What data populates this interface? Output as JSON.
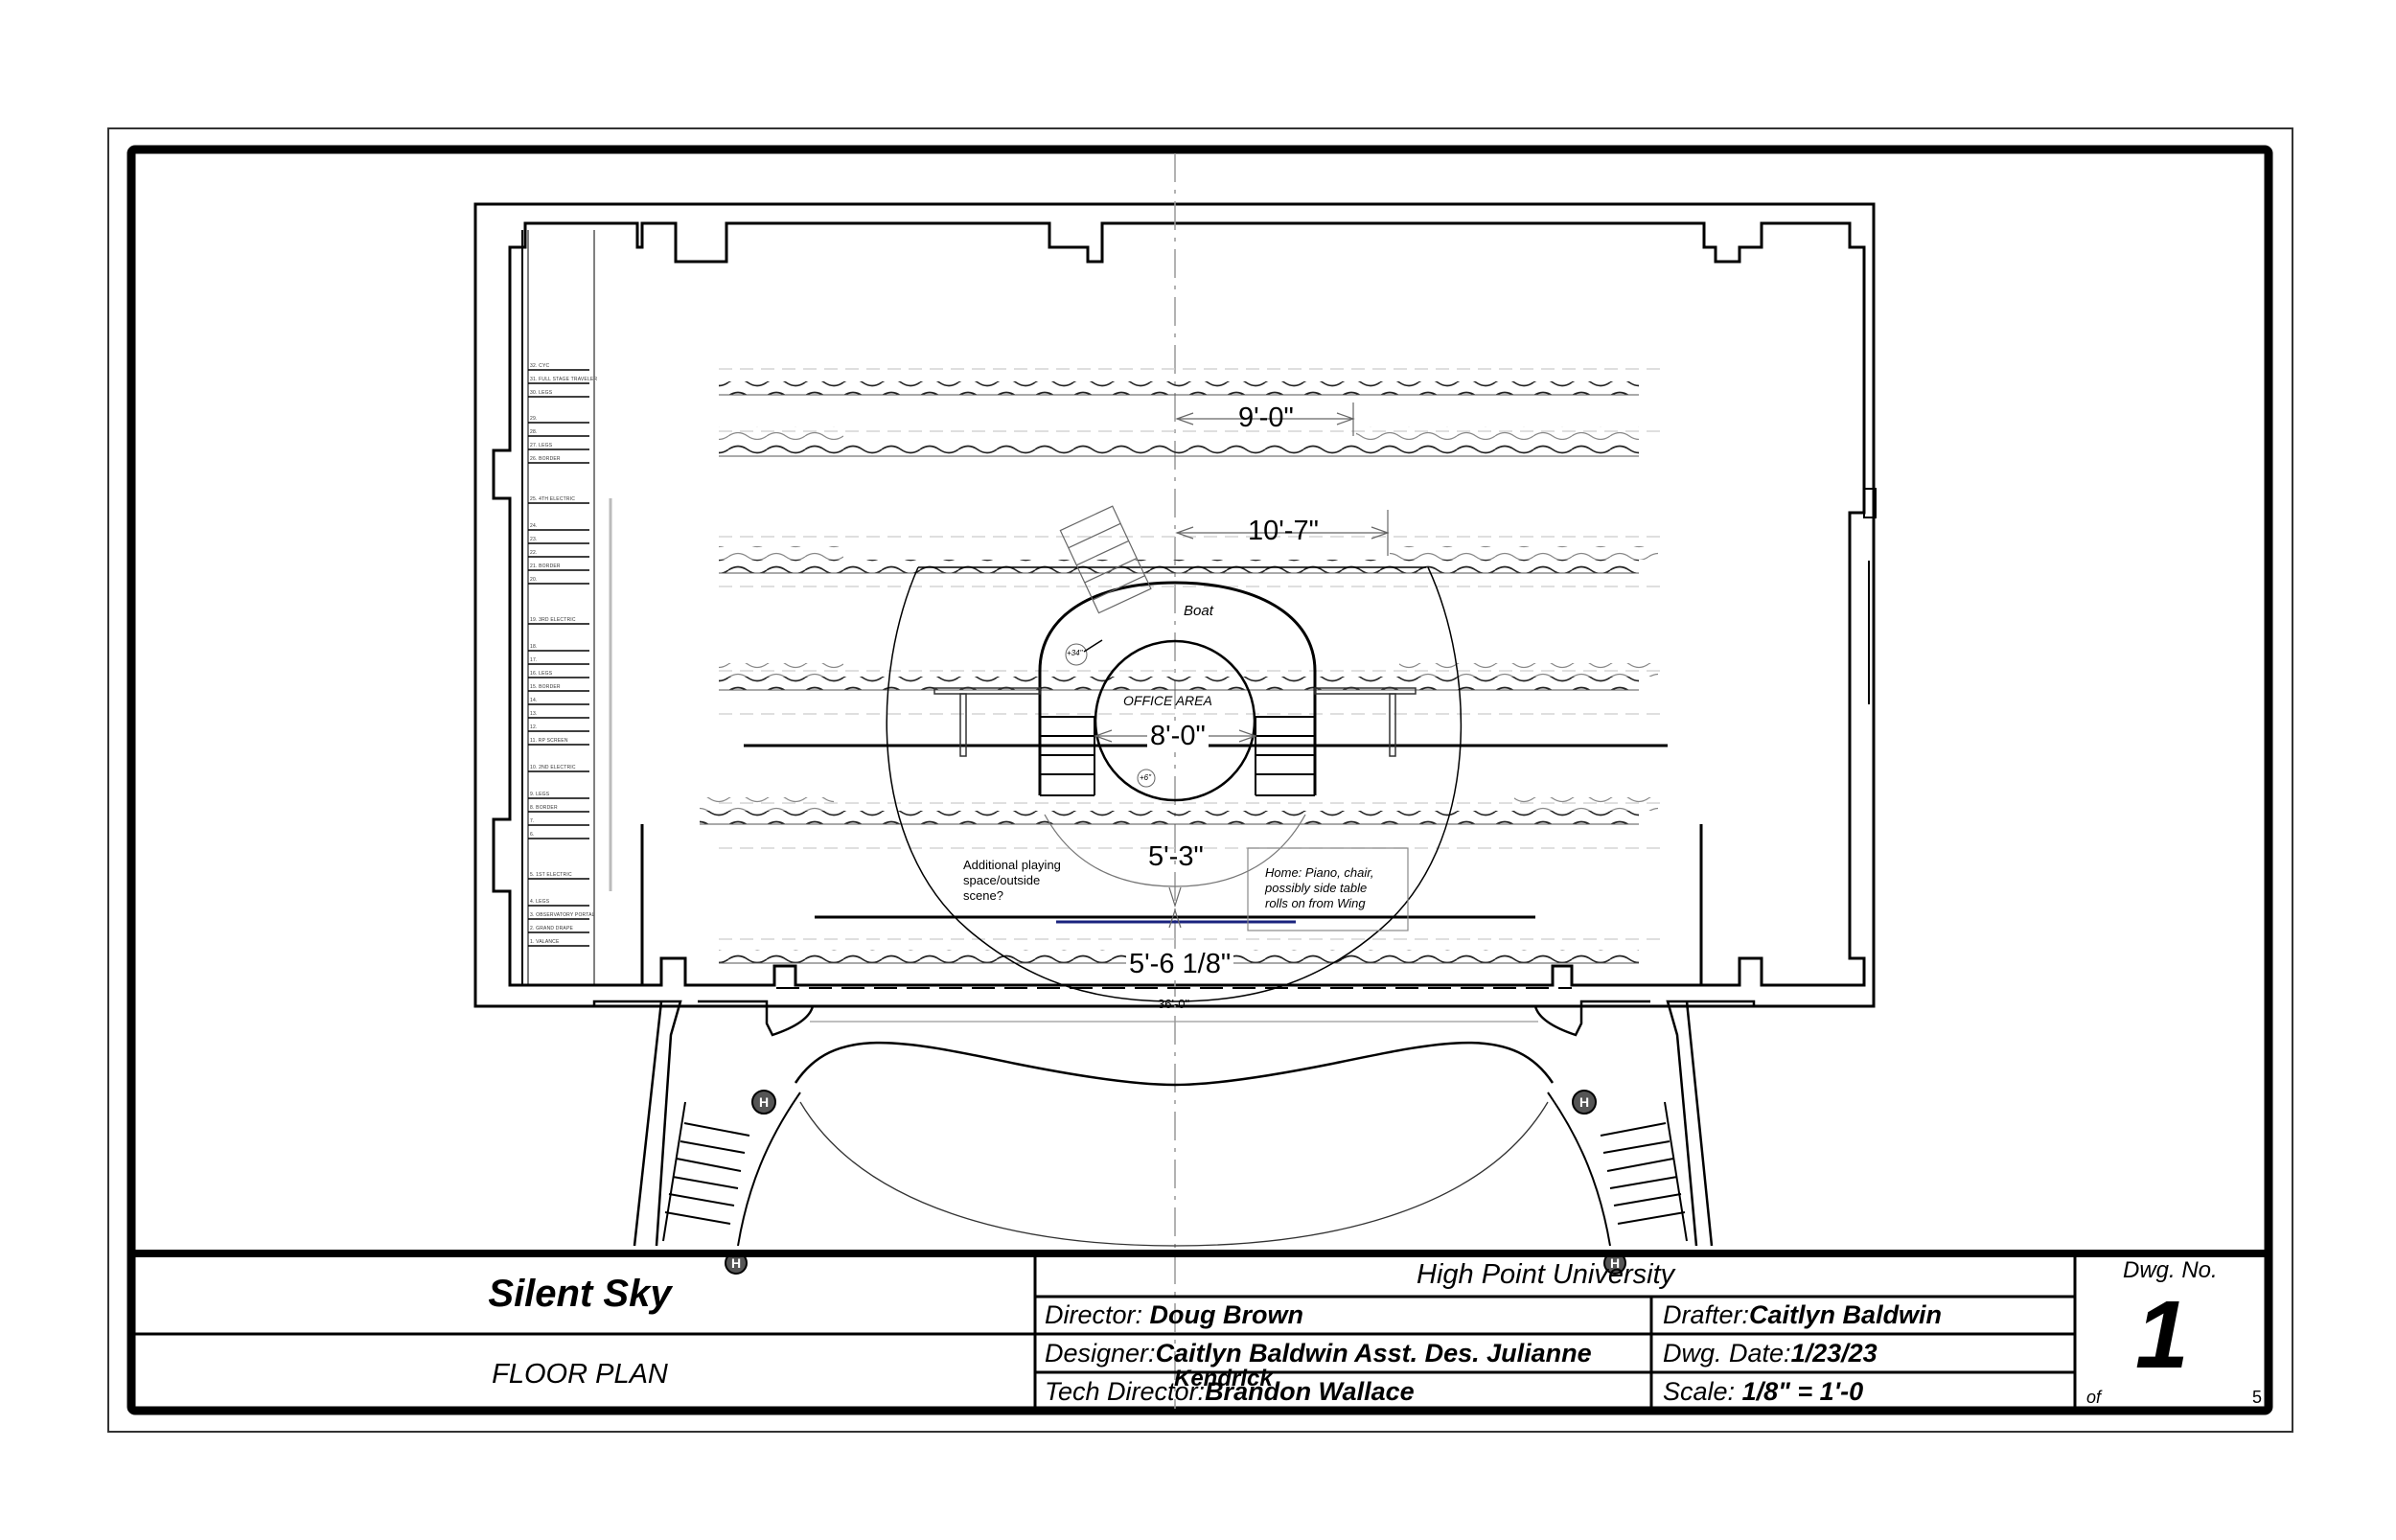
{
  "title_block": {
    "show_title": "Silent Sky",
    "sheet_title": "FLOOR PLAN",
    "institution": "High Point University",
    "director_label": "Director:",
    "director": "Doug Brown",
    "designer_label": "Designer:",
    "designer": "Caitlyn Baldwin Asst. Des. Julianne",
    "designer_overflow": "Kendrick",
    "tech_director_label": "Tech Director:",
    "tech_director": "Brandon Wallace",
    "drafter_label": "Drafter:",
    "drafter": "Caitlyn Baldwin",
    "date_label": "Dwg. Date:",
    "date": "1/23/23",
    "scale_label": "Scale:",
    "scale": "1/8\" = 1'-0",
    "dwg_no_label": "Dwg. No.",
    "dwg_no": "1",
    "of_label": "of",
    "total_sheets": "5"
  },
  "plan": {
    "dimensions": {
      "d1": "9'-0\"",
      "d2": "10'-7\"",
      "d3": "8'-0\"",
      "d4": "5'-3\"",
      "d5": "5'-6 1/8\"",
      "proscenium": "36'-0\""
    },
    "labels": {
      "boat": "Boat",
      "office": "OFFICE AREA",
      "elev_high": "+34\"",
      "elev_low": "+6\"",
      "note_left": [
        "Additional playing",
        "space/outside",
        "scene?"
      ],
      "note_right": [
        "Home: Piano, chair,",
        "possibly side table",
        "rolls on from Wing"
      ]
    },
    "linesets": [
      "32. CYC",
      "31. FULL STAGE TRAVELER",
      "30. LEGS",
      "29.",
      "28.",
      "27. LEGS",
      "26. BORDER",
      "25. 4TH ELECTRIC",
      "24.",
      "23.",
      "22.",
      "21. BORDER",
      "20.",
      "19. 3RD ELECTRIC",
      "18.",
      "17.",
      "16. LEGS",
      "15. BORDER",
      "14.",
      "13.",
      "12.",
      "11. RP SCREEN",
      "10. 2ND ELECTRIC",
      "9. LEGS",
      "8. BORDER",
      "7.",
      "6.",
      "5. 1ST ELECTRIC",
      "4. LEGS",
      "3. OBSERVATORY PORTAL",
      "2. GRAND DRAPE",
      "1. VALANCE"
    ]
  }
}
